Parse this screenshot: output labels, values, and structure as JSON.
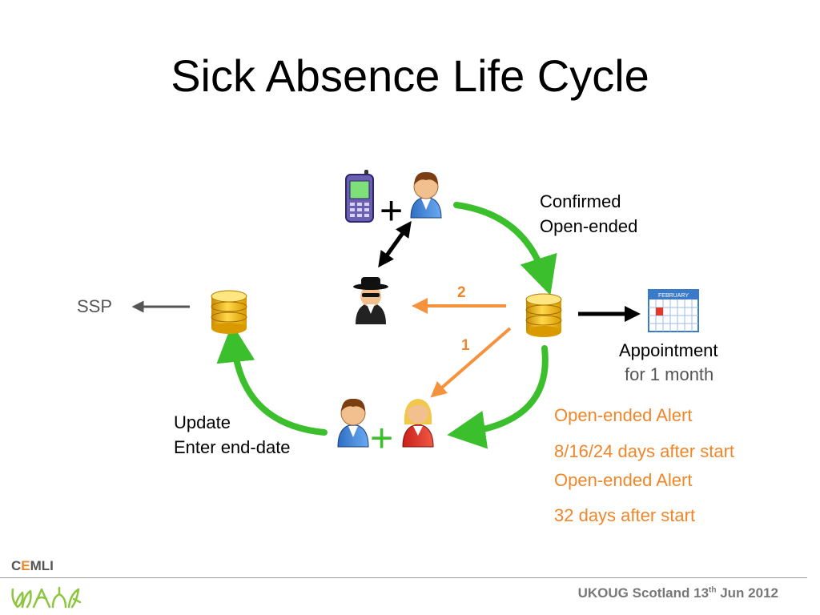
{
  "slide": {
    "title": "Sick Absence Life Cycle"
  },
  "labels": {
    "confirmed": "Confirmed",
    "open_ended": "Open-ended",
    "ssp": "SSP",
    "step_2": "2",
    "step_1": "1",
    "appointment": "Appointment",
    "for_1_month": "for 1 month",
    "update": "Update",
    "enter_end_date": "Enter end-date",
    "plus_top": "+",
    "plus_bottom": "+"
  },
  "alerts": [
    {
      "title": "Open-ended Alert",
      "detail": "8/16/24 days after start"
    },
    {
      "title": "Open-ended Alert",
      "detail": "32 days after start"
    }
  ],
  "calendar": {
    "header": "FEBRUARY"
  },
  "footer": {
    "brand_c": "C",
    "brand_e": "E",
    "brand_rest": "MLI",
    "conference_prefix": "UKOUG Scotland 13",
    "conference_sup": "th",
    "conference_suffix": " Jun 2012"
  },
  "colors": {
    "green_arrow": "#3bbf2c",
    "orange_arrow": "#f5923e",
    "alert_text": "#f0862a"
  },
  "icons": [
    "mobile-phone-icon",
    "employee-icon",
    "spy-icon",
    "database-icon",
    "calendar-icon",
    "female-employee-icon",
    "leaf-logo-icon"
  ]
}
